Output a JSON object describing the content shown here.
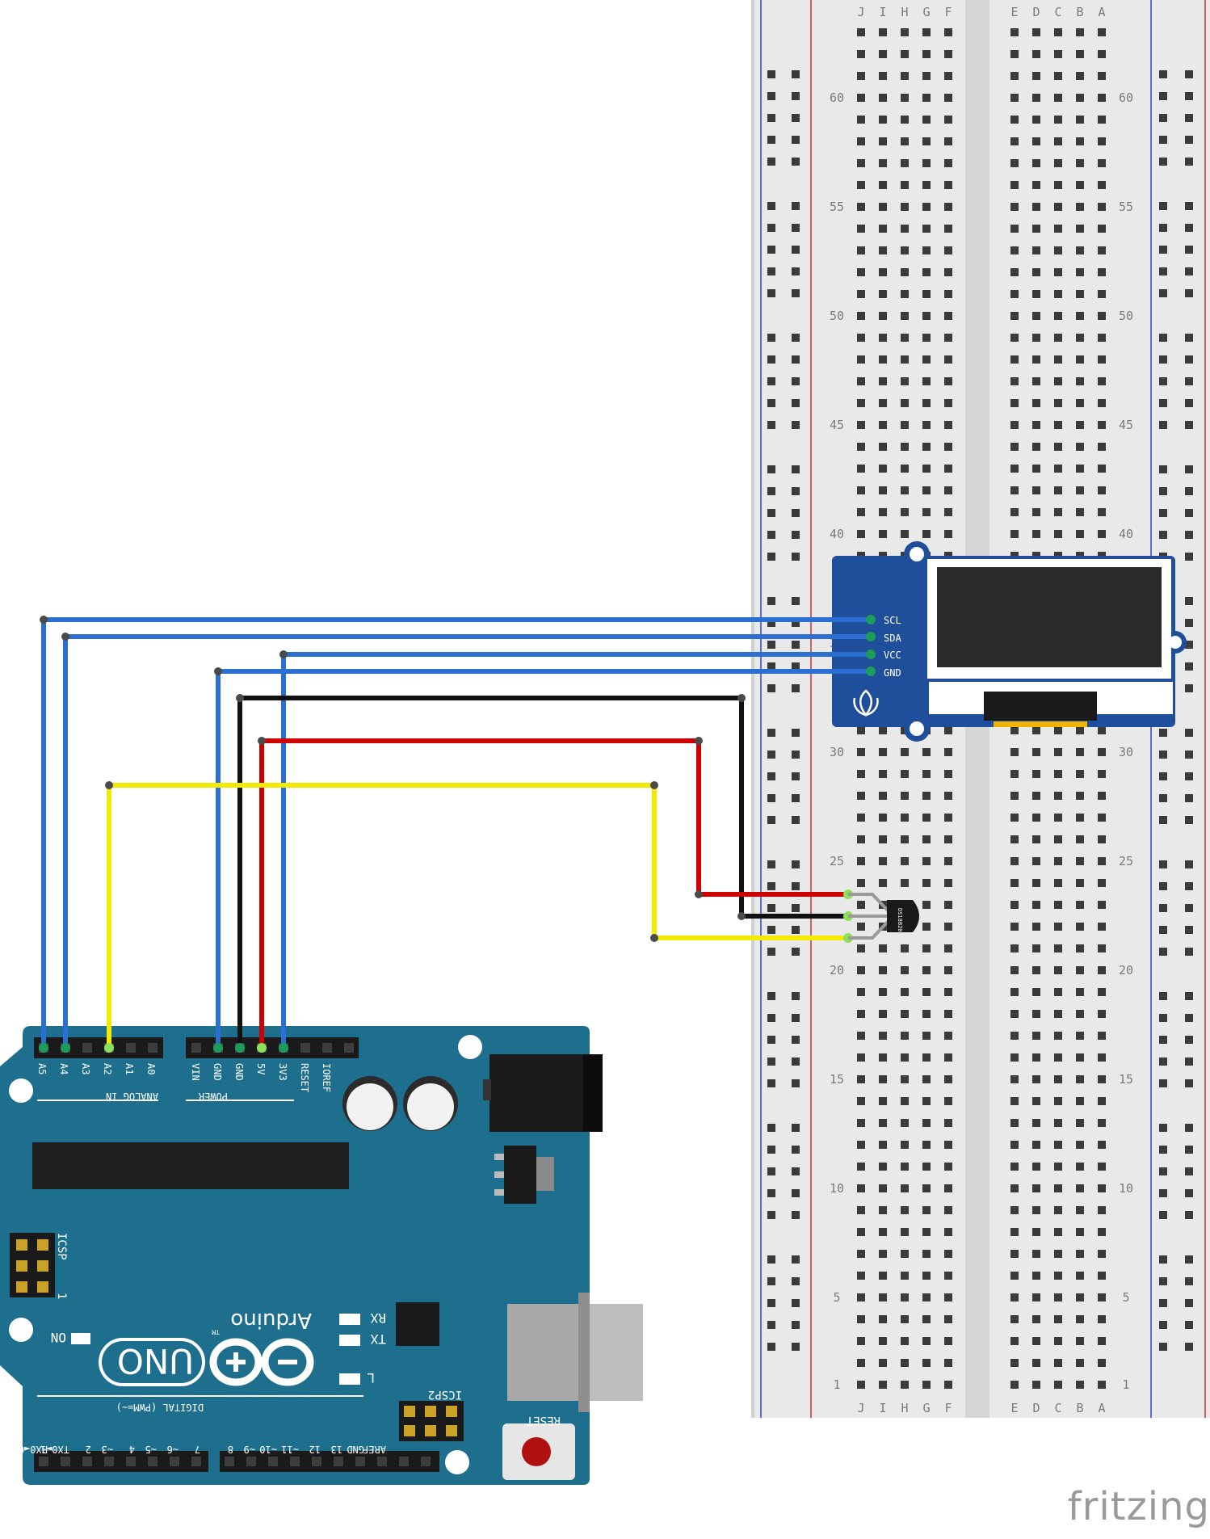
{
  "arduino": {
    "logo_word": "Arduino",
    "logo_tm": "TM",
    "uno": "UNO",
    "analog_header": "ANALOG IN",
    "analog_pins": [
      "A5",
      "A4",
      "A3",
      "A2",
      "A1",
      "A0"
    ],
    "power_header": "POWER",
    "power_pins": [
      "VIN",
      "GND",
      "GND",
      "5V",
      "3V3",
      "RESET",
      "IOREF"
    ],
    "digital_header": "DIGITAL (PWM=~)",
    "digital_pins": [
      "RX0◄0",
      "TX0►1",
      "2",
      "~3",
      "4",
      "~5",
      "~6",
      "7",
      "8",
      "~9",
      "~10",
      "~11",
      "12",
      "13",
      "GND",
      "AREF"
    ],
    "icsp": "ICSP",
    "icsp_one": "1",
    "icsp2": "ICSP2",
    "reset": "RESET",
    "on": "ON",
    "rx": "RX",
    "tx": "TX",
    "l": "L"
  },
  "breadboard": {
    "col_letters_left": [
      "J",
      "I",
      "H",
      "G",
      "F"
    ],
    "col_letters_right": [
      "E",
      "D",
      "C",
      "B",
      "A"
    ],
    "row_numbers": [
      "60",
      "55",
      "50",
      "45",
      "40",
      "35",
      "30",
      "25",
      "20",
      "15",
      "10",
      "5",
      "1"
    ]
  },
  "oled": {
    "pins": [
      "SCL",
      "SDA",
      "VCC",
      "GND"
    ]
  },
  "sensor": {
    "label": "DS18B20"
  },
  "colors": {
    "board": "#1e6f8e",
    "wire_blue": "#2a6fd1",
    "wire_black": "#111111",
    "wire_red": "#cc0000",
    "wire_yellow": "#f2ea00",
    "oled_pcb": "#1f4f9a",
    "breadboard": "#e8e8e8"
  },
  "watermark": "fritzing"
}
